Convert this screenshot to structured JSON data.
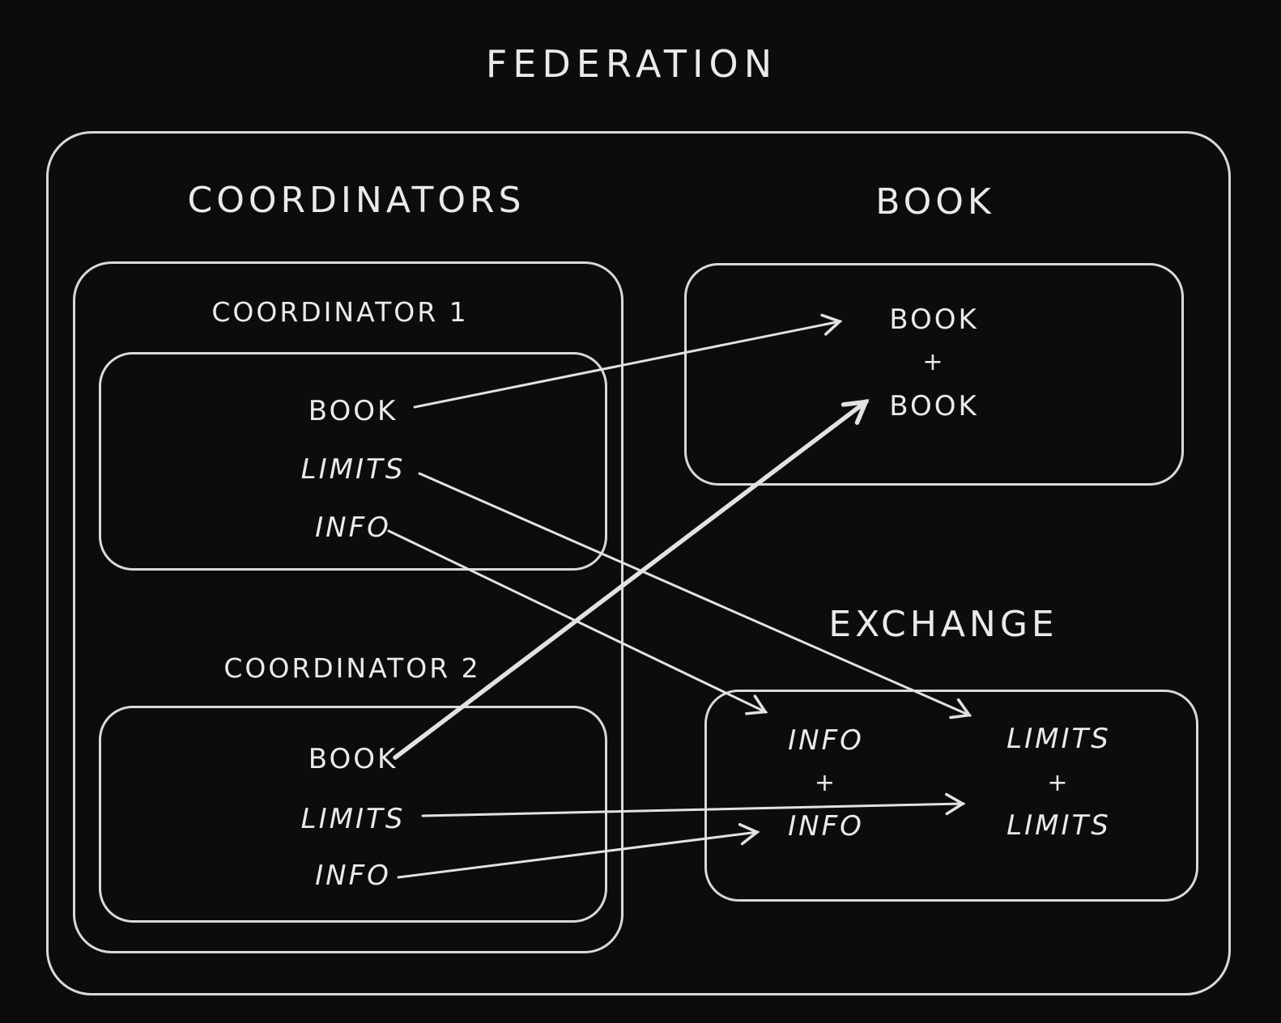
{
  "title": "FEDERATION",
  "coordinators": {
    "heading": "COORDINATORS",
    "coordinator1": {
      "label": "COORDINATOR 1",
      "items": [
        "BOOK",
        "LIMITS",
        "INFO"
      ]
    },
    "coordinator2": {
      "label": "COORDINATOR 2",
      "items": [
        "BOOK",
        "LIMITS",
        "INFO"
      ]
    }
  },
  "book": {
    "heading": "BOOK",
    "lines": [
      "BOOK",
      "+",
      "BOOK"
    ]
  },
  "exchange": {
    "heading": "EXCHANGE",
    "info_column": [
      "INFO",
      "+",
      "INFO"
    ],
    "limits_column": [
      "LIMITS",
      "+",
      "LIMITS"
    ]
  },
  "edges": [
    {
      "from": "coordinator1-book",
      "to": "book-line1",
      "emphasis": false
    },
    {
      "from": "coordinator1-limits",
      "to": "exchange-limits-line1",
      "emphasis": false
    },
    {
      "from": "coordinator1-info",
      "to": "exchange-info-line1",
      "emphasis": false
    },
    {
      "from": "coordinator2-book",
      "to": "book-line3",
      "emphasis": true
    },
    {
      "from": "coordinator2-limits",
      "to": "exchange-limits-line3",
      "emphasis": false
    },
    {
      "from": "coordinator2-info",
      "to": "exchange-info-line3",
      "emphasis": false
    }
  ],
  "colors": {
    "background": "#0c0c0c",
    "stroke": "#d9d9d9",
    "text": "#ececec"
  }
}
